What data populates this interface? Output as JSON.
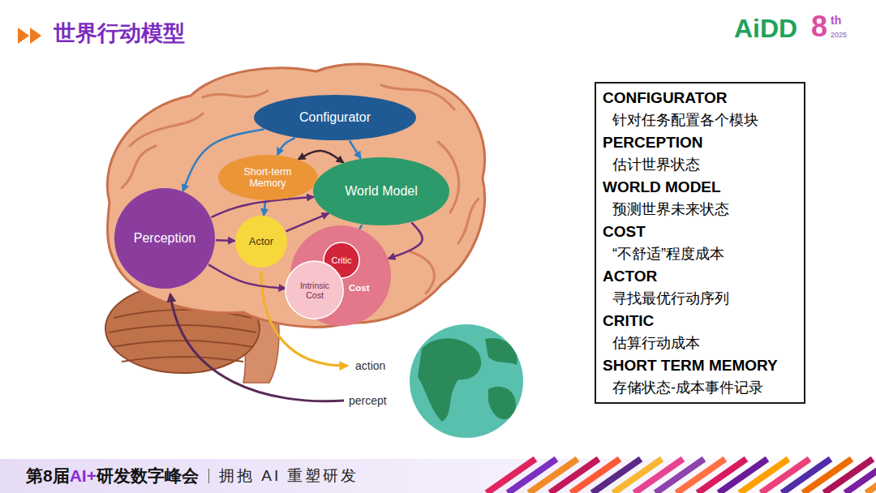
{
  "diagram": {
    "title": "世界行动模型",
    "nodes": [
      {
        "text": [
          "Configurator"
        ]
      },
      {
        "text": [
          "Short-term Memory"
        ]
      },
      {
        "text": [
          "World Model"
        ]
      },
      {
        "text": [
          "Perception"
        ]
      },
      {
        "text": [
          "Actor"
        ]
      },
      {
        "text": [
          "Cost"
        ]
      },
      {
        "text": [
          "Critic"
        ],
        "in": 5
      },
      {
        "text": [
          "Intrinsic Cost"
        ],
        "in": 5
      },
      {
        "text": [
          "CONFIGURATOR",
          "针对任务配置各个模块",
          "PERCEPTION",
          "估计世界状态",
          "WORLD MODEL",
          "预测世界未来状态",
          "COST",
          "“不舒适”程度成本",
          "ACTOR",
          "寻找最优行动序列",
          "CRITIC",
          "估算行动成本",
          "SHORT TERM MEMORY",
          "存储状态-成本事件记录"
        ]
      }
    ],
    "edges": [
      {
        "from": 0,
        "to": 3,
        "arrow": "to"
      },
      {
        "from": 0,
        "to": 1,
        "arrow": "to"
      },
      {
        "from": 0,
        "to": 2,
        "arrow": "to"
      },
      {
        "from": 1,
        "to": 2,
        "arrow": "both"
      },
      {
        "from": 1,
        "to": 4,
        "arrow": "to"
      },
      {
        "from": 3,
        "to": 2,
        "arrow": "to"
      },
      {
        "from": 3,
        "to": 4,
        "arrow": "to"
      },
      {
        "from": 3,
        "to": 7,
        "arrow": "to"
      },
      {
        "from": 4,
        "to": 2,
        "arrow": "to"
      },
      {
        "from": 2,
        "to": 6,
        "arrow": "to"
      },
      {
        "from": 2,
        "to": 5,
        "arrow": "to"
      }
    ],
    "labels": [
      "AiDD",
      "8",
      "th",
      "2025",
      "action",
      "percept",
      "第8届",
      "AI+",
      "研发数字峰会",
      "拥抱 AI 重塑研发"
    ]
  }
}
